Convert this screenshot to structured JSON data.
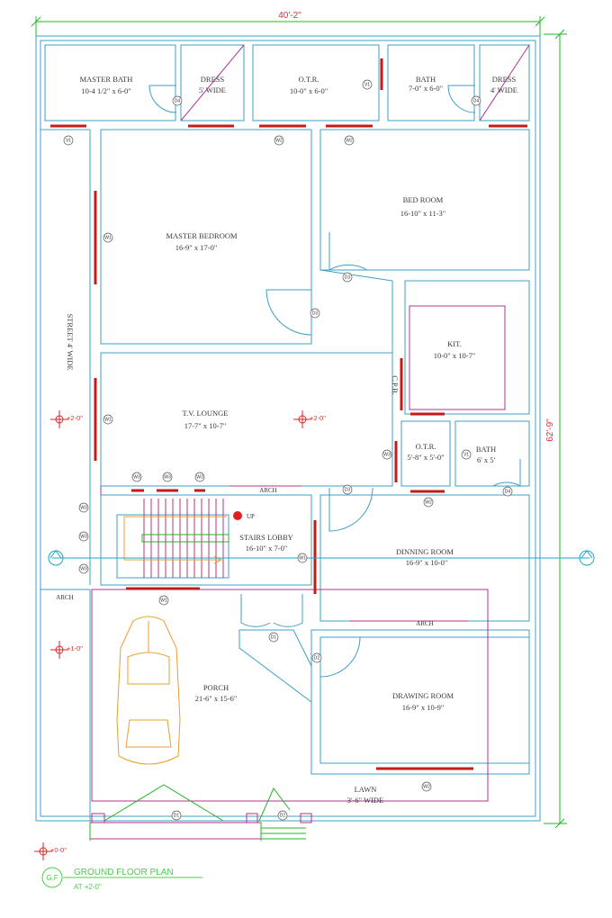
{
  "plan": {
    "overall_width": "40'-2\"",
    "overall_depth": "62'-9\"",
    "rooms": {
      "master_bath": {
        "name": "MASTER BATH",
        "size": "10-4 1/2\" x 6-0\""
      },
      "dress_1": {
        "name": "DRESS",
        "size": "5' WIDE"
      },
      "otr_top": {
        "name": "O.T.R.",
        "size": "10-0\" x 6-0\""
      },
      "bath_top": {
        "name": "BATH",
        "size": "7-0\" x 6-0\""
      },
      "dress_2": {
        "name": "DRESS",
        "size": "4' WIDE"
      },
      "master_bedroom": {
        "name": "MASTER BEDROOM",
        "size": "16-9\" x 17-0\""
      },
      "bed_room": {
        "name": "BED ROOM",
        "size": "16-10\" x 11-3\""
      },
      "kitchen": {
        "name": "KIT.",
        "size": "10-0\" x 10-7\""
      },
      "tv_lounge": {
        "name": "T.V. LOUNGE",
        "size": "17-7\" x 10-7\""
      },
      "otr_mid": {
        "name": "O.T.R.",
        "size": "5'-8\" x 5'-0\""
      },
      "bath_mid": {
        "name": "BATH",
        "size": "6' x 5'"
      },
      "stairs_lobby": {
        "name": "STAIRS LOBBY",
        "size": "16-10\" x 7-0\""
      },
      "dinning_room": {
        "name": "DINNING ROOM",
        "size": "16-9\" x 10-0\""
      },
      "porch": {
        "name": "PORCH",
        "size": "21-6\" x 15-6\""
      },
      "drawing_room": {
        "name": "DRAWING ROOM",
        "size": "16-9\" x 10-9\""
      },
      "lawn": {
        "name": "LAWN",
        "size": "3'-6\" WIDE"
      }
    },
    "street": "STREET 4' WIDE",
    "arch": "ARCH",
    "cpb": "C.P.B.",
    "up": "UP",
    "levels": {
      "lounge_left": "+2-0\"",
      "lounge_right": "+2-0\"",
      "porch_left": "+1-0\"",
      "entrance": "+0-0\""
    },
    "title": "GROUND FLOOR PLAN",
    "title_badge": "G.F",
    "title_sub": "AT +2-0\"",
    "tags": {
      "door1": "D1",
      "door2": "D2",
      "door3": "D3",
      "door4": "D4",
      "window1": "W1",
      "window2": "W2",
      "window3": "W3",
      "vent": "V1"
    }
  },
  "colors": {
    "wall": "#3d9fc4",
    "window": "#c41a1a",
    "partition": "#b0338f",
    "dimension": "#23b523",
    "car": "#e8a030",
    "marker": "#e02020"
  }
}
